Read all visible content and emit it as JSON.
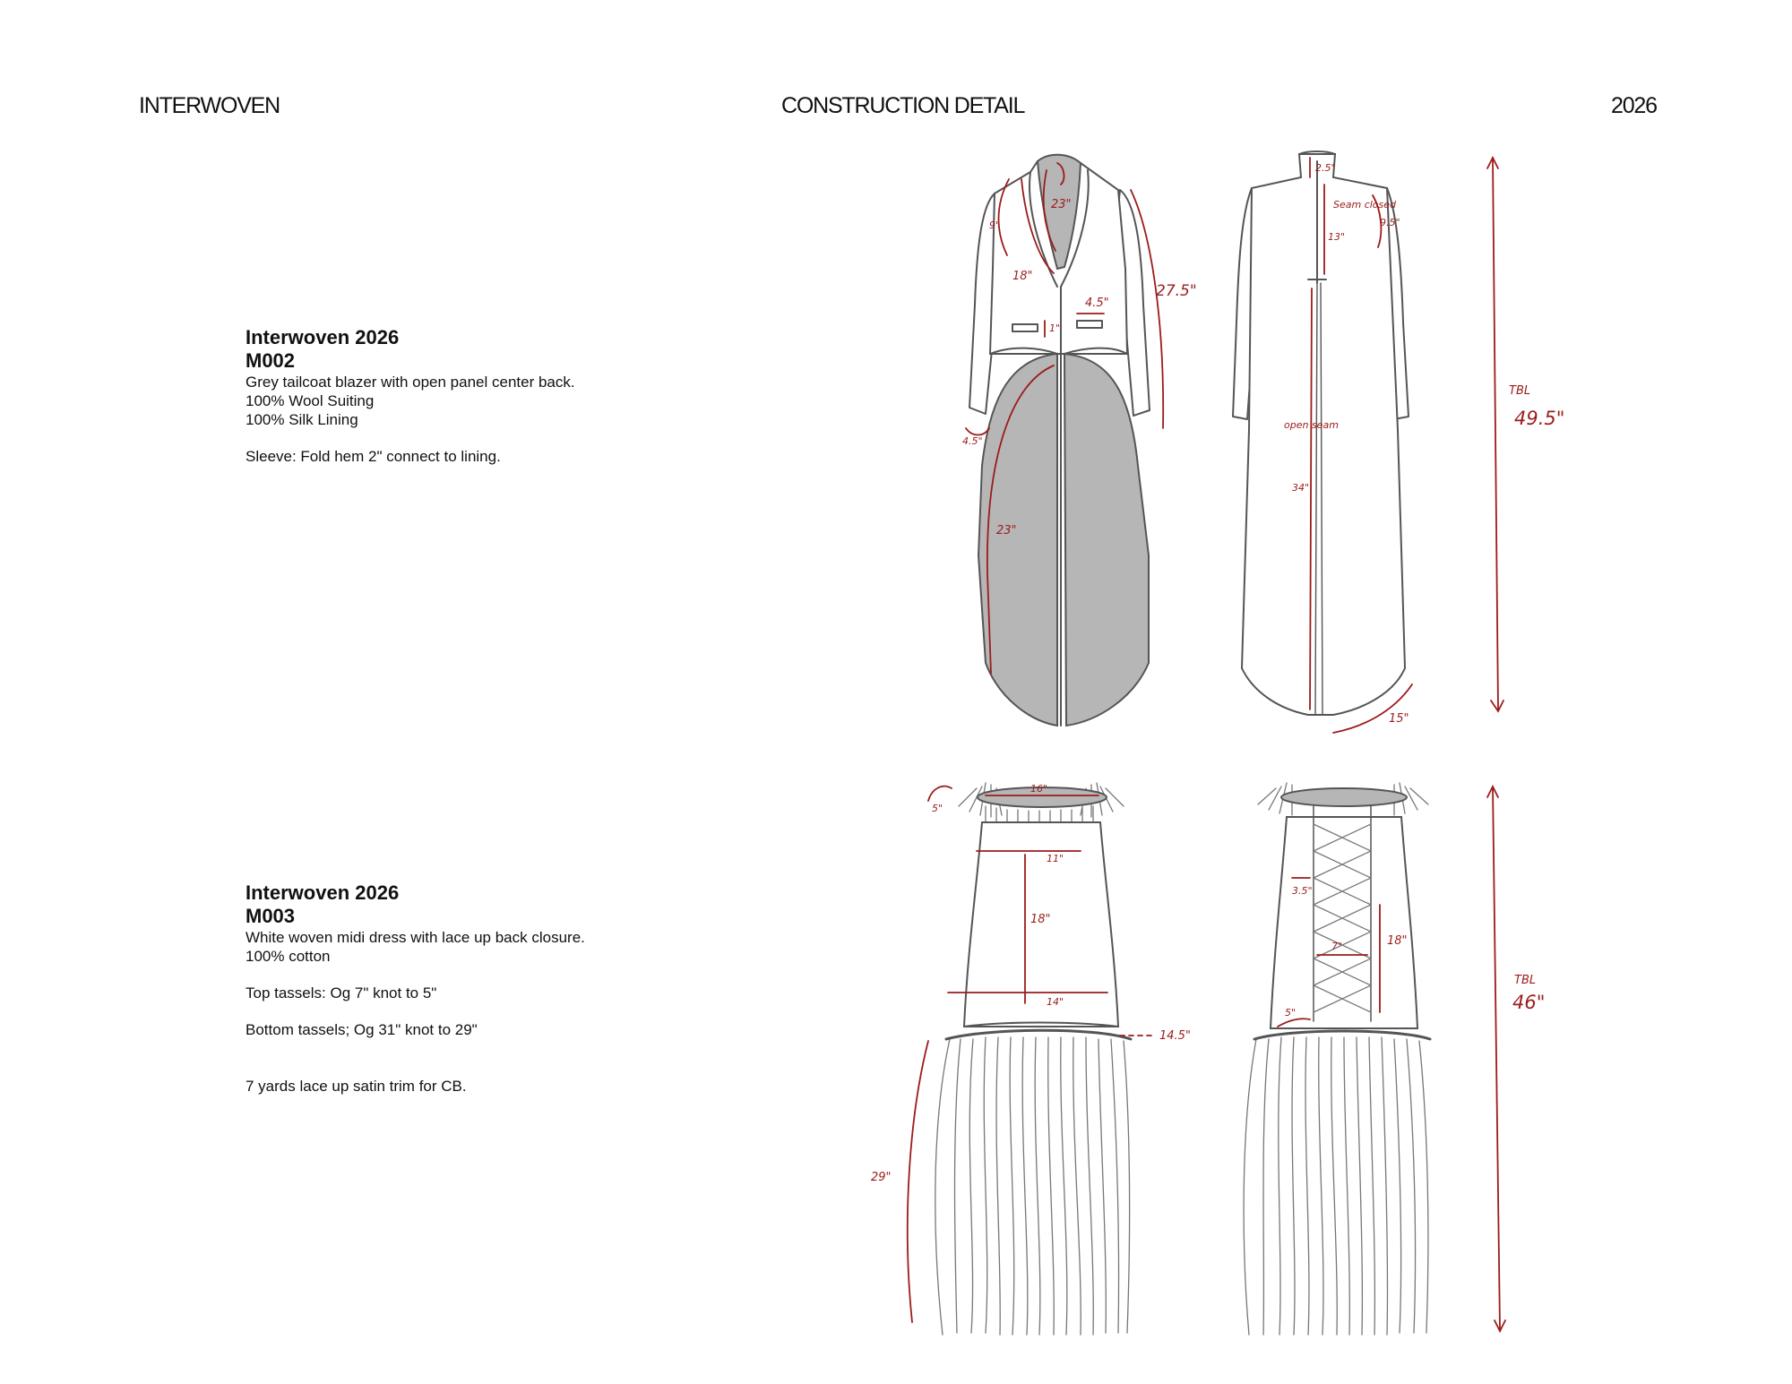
{
  "header": {
    "left": "INTERWOVEN",
    "center": "CONSTRUCTION DETAIL",
    "right": "2026"
  },
  "items": [
    {
      "collection": "Interwoven 2026",
      "code": "M002",
      "lines": [
        "Grey tailcoat blazer with open panel center back.",
        "100% Wool Suiting",
        "100% Silk Lining"
      ],
      "notes": [
        "Sleeve: Fold hem 2\" connect to lining."
      ]
    },
    {
      "collection": "Interwoven 2026",
      "code": "M003",
      "lines": [
        "White woven midi dress with lace up back closure.",
        "100% cotton"
      ],
      "notes": [
        "Top tassels: Og 7\" knot to 5\"",
        "Bottom tassels; Og 31\" knot to 29\""
      ],
      "extra": "7 yards lace up satin trim for CB."
    }
  ],
  "annotations": {
    "coat_front": {
      "lapel": "23\"",
      "shoulder": "9\"",
      "front_neck": "18\"",
      "sleeve": "27.5\"",
      "pocket_w": "4.5\"",
      "pocket_h": "1\"",
      "cuff": "4.5\"",
      "tail": "23\""
    },
    "coat_back": {
      "collar": "2.5\"",
      "seam_closed": "Seam closed",
      "upper": "13\"",
      "shoulder": "9.5\"",
      "open_seam": "open seam",
      "lower": "34\"",
      "hem": "15\"",
      "tbl": "TBL",
      "tbl_val": "49.5\""
    },
    "dress_front": {
      "neck": "16\"",
      "strap": "5\"",
      "bust": "11\"",
      "length": "18\"",
      "waist": "14\"",
      "hip": "14.5\"",
      "tassel": "29\""
    },
    "dress_back": {
      "lace_off": "3.5\"",
      "lace_w": "7\"",
      "length": "18\"",
      "hem": "5\"",
      "tbl": "TBL",
      "tbl_val": "46\""
    }
  }
}
